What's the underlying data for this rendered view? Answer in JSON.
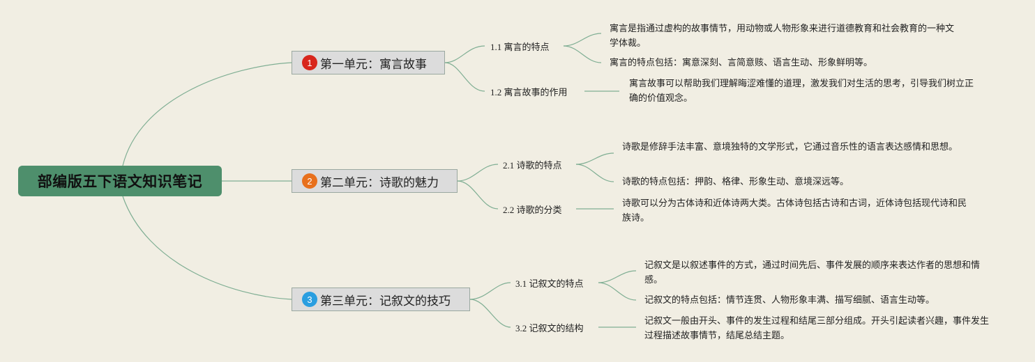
{
  "root": {
    "title": "部编版五下语文知识笔记"
  },
  "units": [
    {
      "num": "1",
      "color": "#d8261c",
      "title": "第一单元：寓言故事",
      "subs": [
        {
          "label": "1.1 寓言的特点",
          "notes": [
            "寓言是指通过虚构的故事情节，用动物或人物形象来进行道德教育和社会教育的一种文学体裁。",
            "寓言的特点包括：寓意深刻、言简意赅、语言生动、形象鲜明等。"
          ]
        },
        {
          "label": "1.2 寓言故事的作用",
          "notes": [
            "寓言故事可以帮助我们理解晦涩难懂的道理，激发我们对生活的思考，引导我们树立正确的价值观念。"
          ]
        }
      ]
    },
    {
      "num": "2",
      "color": "#e8701c",
      "title": "第二单元：诗歌的魅力",
      "subs": [
        {
          "label": "2.1 诗歌的特点",
          "notes": [
            "诗歌是修辞手法丰富、意境独特的文学形式，它通过音乐性的语言表达感情和思想。",
            "诗歌的特点包括：押韵、格律、形象生动、意境深远等。"
          ]
        },
        {
          "label": "2.2 诗歌的分类",
          "notes": [
            "诗歌可以分为古体诗和近体诗两大类。古体诗包括古诗和古词，近体诗包括现代诗和民族诗。"
          ]
        }
      ]
    },
    {
      "num": "3",
      "color": "#2a9ee0",
      "title": "第三单元：记叙文的技巧",
      "subs": [
        {
          "label": "3.1 记叙文的特点",
          "notes": [
            "记叙文是以叙述事件的方式，通过时间先后、事件发展的顺序来表达作者的思想和情感。",
            "记叙文的特点包括：情节连贯、人物形象丰满、描写细腻、语言生动等。"
          ]
        },
        {
          "label": "3.2 记叙文的结构",
          "notes": [
            "记叙文一般由开头、事件的发生过程和结尾三部分组成。开头引起读者兴趣，事件发生过程描述故事情节，结尾总结主题。"
          ]
        }
      ]
    }
  ]
}
